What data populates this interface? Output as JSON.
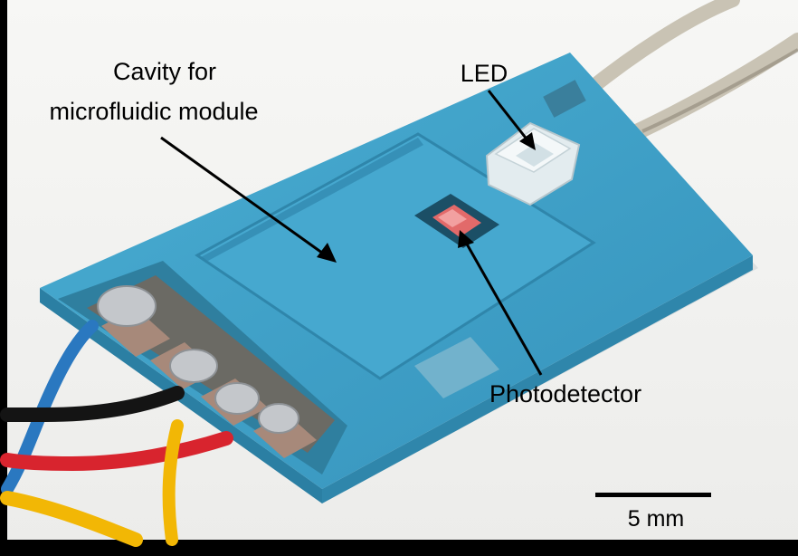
{
  "labels": {
    "cavity_line1": "Cavity for",
    "cavity_line2": "microfluidic module",
    "led": "LED",
    "photodetector": "Photodetector"
  },
  "scale_bar": {
    "label": "5 mm"
  },
  "colors": {
    "background": "#f4f4f2",
    "board": "#3d9fc4",
    "board_edge": "#2b7fa3",
    "frame": "#000000",
    "annotation": "#000000",
    "wire_red": "#d8242e",
    "wire_yellow": "#f2b705",
    "wire_black": "#141414",
    "wire_blue": "#2a78c0",
    "solder": "#b9bcc0",
    "photodetector_chip": "#e26a6a"
  }
}
